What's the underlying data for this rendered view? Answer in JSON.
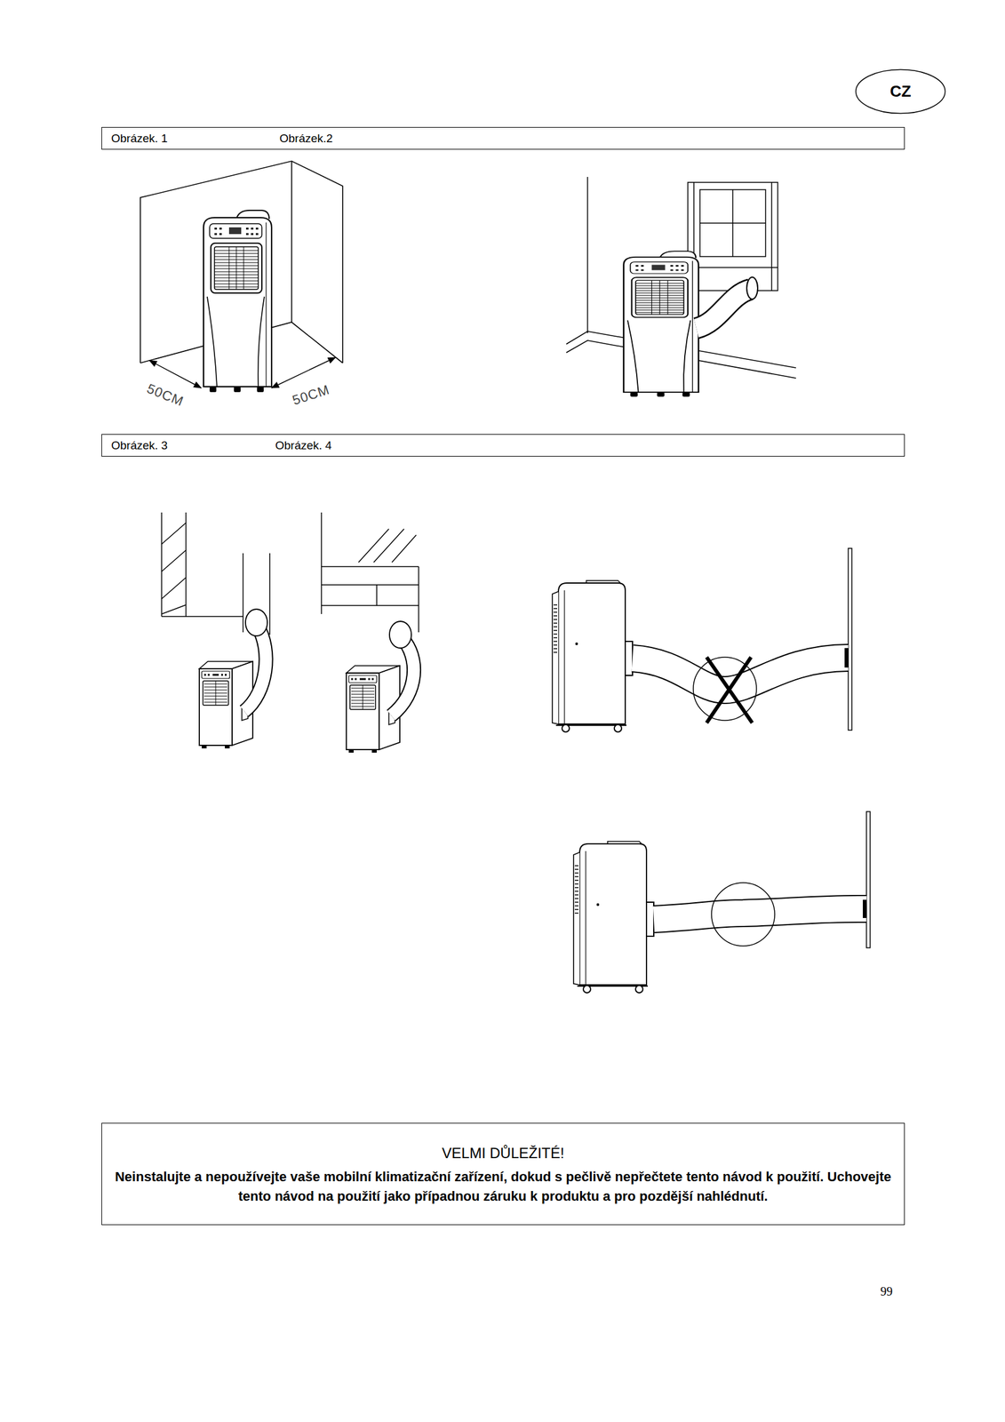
{
  "diagram": {
    "nodes": [
      {
        "text": [
          "CZ"
        ]
      },
      {
        "text": [
          "Obrázek. 1",
          "Obrázek.2"
        ]
      },
      {
        "text": [
          "Obrázek. 3",
          "Obrázek. 4"
        ]
      },
      {
        "text": [
          "VELMI DŮLEŽITÉ!",
          "Neinstalujte a nepoužívejte vaše mobilní klimatizační zařízení, dokud s pečlivě nepřečtete tento návod k použití. Uchovejte tento návod na použití jako případnou záruku k produktu a pro pozdější nahlédnutí."
        ]
      }
    ],
    "labels": [
      "50CM",
      "50CM",
      "99"
    ]
  }
}
